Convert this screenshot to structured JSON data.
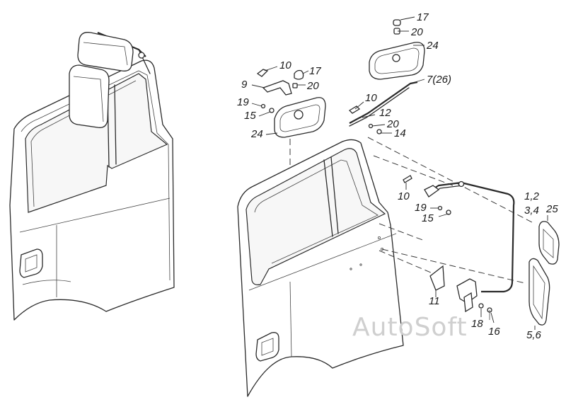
{
  "watermark": "AutoSoft",
  "callouts": {
    "c17_top": "17",
    "c20_top": "20",
    "c24_top": "24",
    "c7_26": "7(26)",
    "c10_a": "10",
    "c9": "9",
    "c17_mid": "17",
    "c20_mid": "20",
    "c19_a": "19",
    "c15_a": "15",
    "c24_mid": "24",
    "c10_b": "10",
    "c12": "12",
    "c20_b": "20",
    "c14": "14",
    "c10_c": "10",
    "c1_2": "1,2",
    "c3_4": "3,4",
    "c25": "25",
    "c19_b": "19",
    "c15_b": "15",
    "c11": "11",
    "c18": "18",
    "c16": "16",
    "c5_6": "5,6"
  }
}
